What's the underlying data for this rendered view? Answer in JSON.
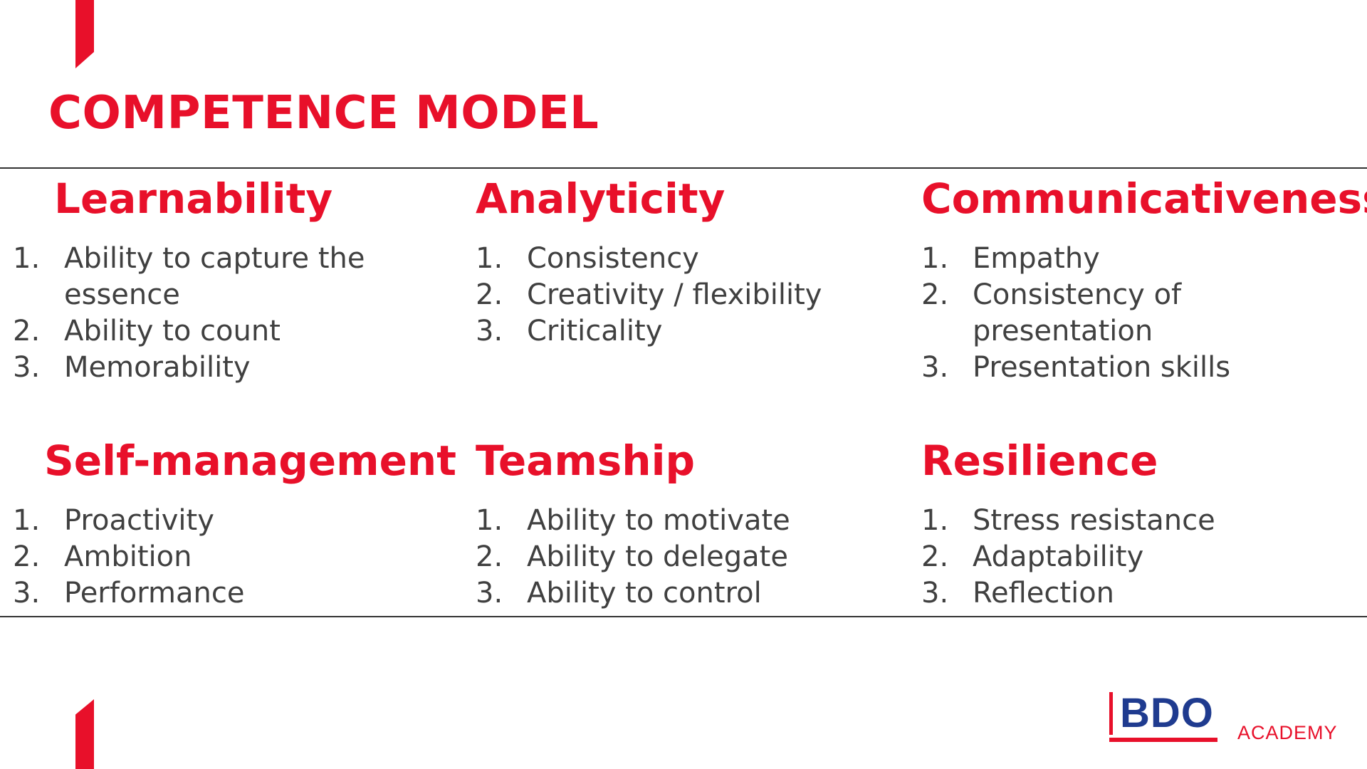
{
  "slide": {
    "title": "COMPETENCE MODEL",
    "accent_color": "#e8102a"
  },
  "blocks": [
    {
      "heading": "Learnability",
      "items": [
        {
          "num": "1.",
          "text": "Ability to capture the\nessence"
        },
        {
          "num": "2.",
          "text": "Ability to count"
        },
        {
          "num": "3.",
          "text": "Memorability"
        }
      ]
    },
    {
      "heading": "Analyticity",
      "items": [
        {
          "num": "1.",
          "text": "Consistency"
        },
        {
          "num": "2.",
          "text": "Creativity / flexibility"
        },
        {
          "num": "3.",
          "text": "Criticality"
        }
      ]
    },
    {
      "heading": "Communicativeness",
      "items": [
        {
          "num": "1.",
          "text": "Empathy"
        },
        {
          "num": "2.",
          "text": "Consistency of presentation"
        },
        {
          "num": "3.",
          "text": "Presentation skills"
        }
      ]
    },
    {
      "heading": "Self-management",
      "items": [
        {
          "num": "1.",
          "text": "Proactivity"
        },
        {
          "num": "2.",
          "text": "Ambition"
        },
        {
          "num": "3.",
          "text": "Performance"
        }
      ]
    },
    {
      "heading": "Teamship",
      "items": [
        {
          "num": "1.",
          "text": "Ability to motivate"
        },
        {
          "num": "2.",
          "text": "Ability to delegate"
        },
        {
          "num": "3.",
          "text": "Ability to control"
        }
      ]
    },
    {
      "heading": "Resilience",
      "items": [
        {
          "num": "1.",
          "text": "Stress resistance"
        },
        {
          "num": "2.",
          "text": "Adaptability"
        },
        {
          "num": "3.",
          "text": "Reflection"
        }
      ]
    }
  ],
  "logo": {
    "brand": "BDO",
    "suffix": "ACADEMY",
    "brand_color": "#1f3b8f"
  }
}
